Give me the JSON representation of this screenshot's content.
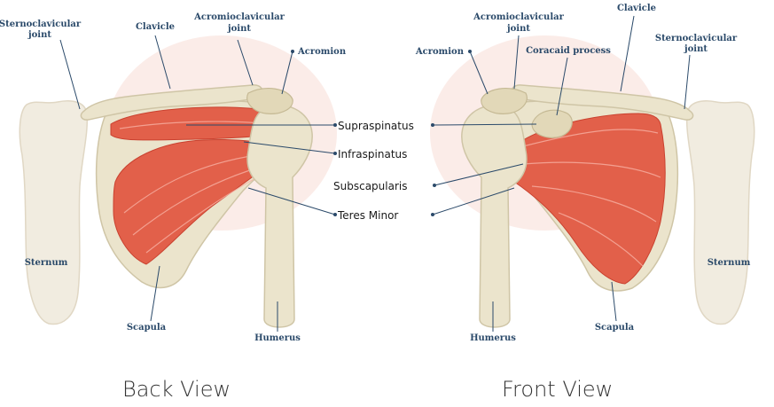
{
  "labels": {
    "sternoclavicular_left": [
      "Sternoclavicular",
      "joint"
    ],
    "clavicle_left": "Clavicle",
    "acromioclavicular_left": [
      "Acromioclavicular",
      "joint"
    ],
    "acromion_left": "Acromion",
    "sternum_left": "Sternum",
    "scapula_left": "Scapula",
    "humerus_left": "Humerus",
    "acromion_right": "Acromion",
    "acromioclavicular_right": [
      "Acromioclavicular",
      "joint"
    ],
    "clavicle_right": "Clavicle",
    "coracoid_right": "Coracaid process",
    "sternoclavicular_right": [
      "Sternoclavicular",
      "joint"
    ],
    "sternum_right": "Sternum",
    "humerus_right": "Humerus",
    "scapula_right": "Scapula"
  },
  "muscles": {
    "supraspinatus": "Supraspinatus",
    "infraspinatus": "Infraspinatus",
    "subscapularis": "Subscapularis",
    "teres_minor": "Teres Minor"
  },
  "captions": {
    "back": "Back View",
    "front": "Front View"
  }
}
